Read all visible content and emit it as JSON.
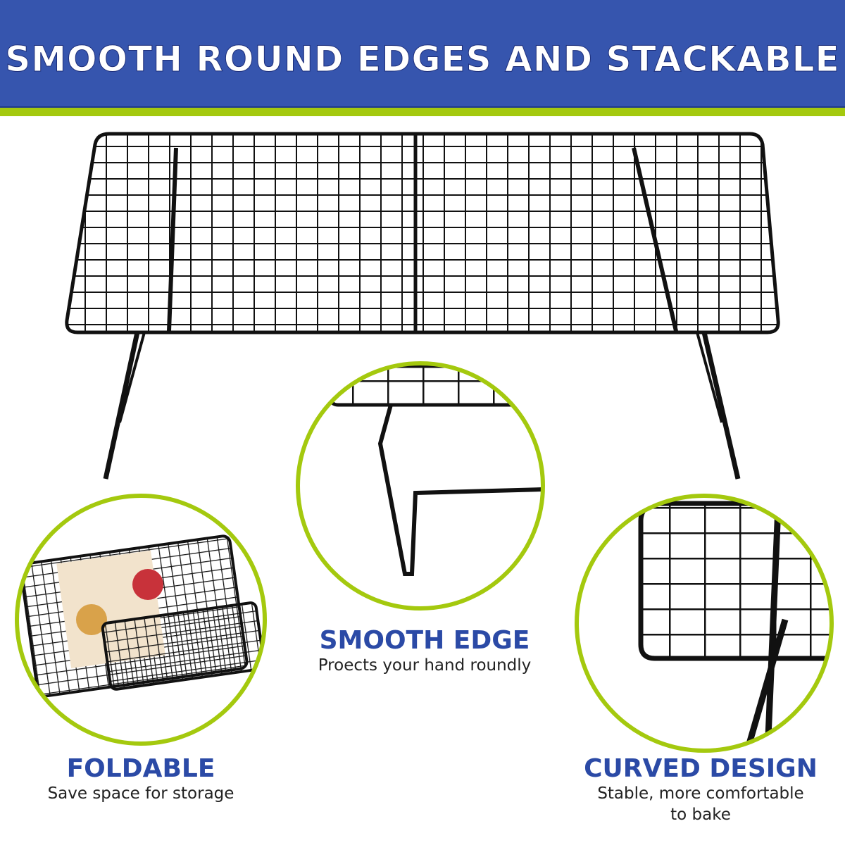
{
  "header": {
    "title": "SMOOTH ROUND EDGES AND STACKABLE"
  },
  "colors": {
    "header_bg": "#3655ae",
    "accent_green": "#a4c90e",
    "title_blue": "#2b4aa6"
  },
  "features": [
    {
      "title": "FOLDABLE",
      "subtitle": "Save space for storage"
    },
    {
      "title": "SMOOTH EDGE",
      "subtitle": "Proects your hand roundly"
    },
    {
      "title": "CURVED DESIGN",
      "subtitle": "Stable, more comfortable to bake"
    }
  ]
}
